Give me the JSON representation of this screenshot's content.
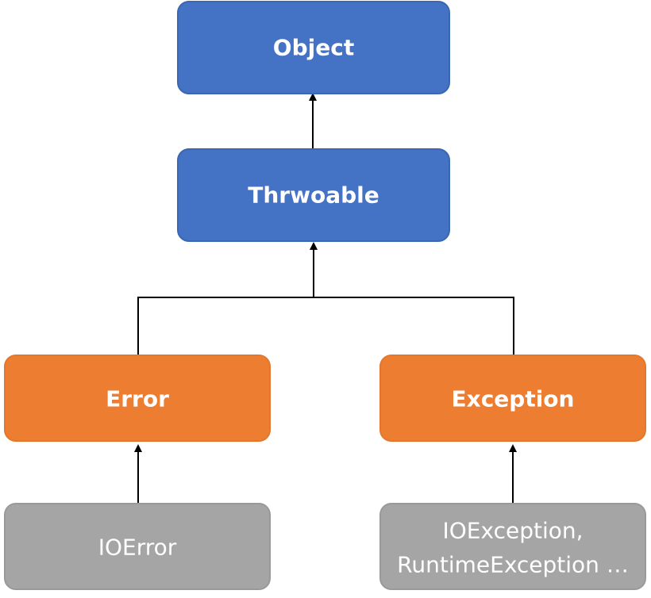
{
  "colors": {
    "top_fill": "#4472C4",
    "top_stroke": "#3A66B3",
    "mid_fill": "#ED7D31",
    "mid_stroke": "#E2782E",
    "leaf_fill": "#A5A5A5",
    "leaf_stroke": "#999999",
    "arrow": "#000000",
    "text": "#FFFFFF"
  },
  "nodes": {
    "object": {
      "label": "Object"
    },
    "throwable": {
      "label": "Thrwoable"
    },
    "error": {
      "label": "Error"
    },
    "exception": {
      "label": "Exception"
    },
    "ioerror": {
      "label": "IOError"
    },
    "ioexception": {
      "line1": "IOException,",
      "line2": "RuntimeException …"
    }
  }
}
